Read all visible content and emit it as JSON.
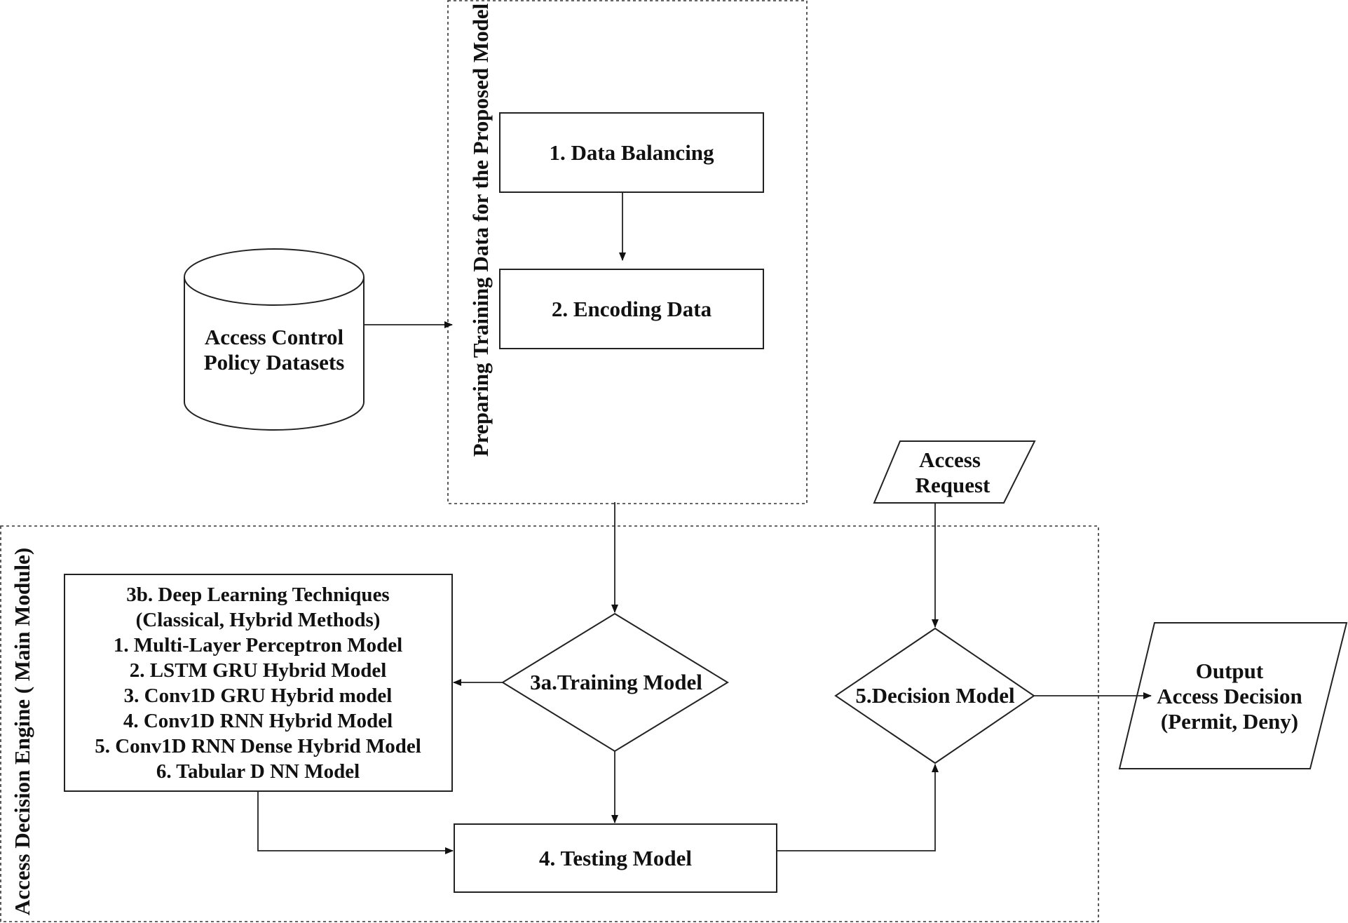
{
  "regions": {
    "preparing": "Preparing Training Data for the Proposed Model",
    "engine": "Access Decision Engine ( Main Module)"
  },
  "datasets": {
    "lines": [
      "Access Control",
      "Policy Datasets"
    ]
  },
  "steps": {
    "balancing": "1. Data Balancing",
    "encoding": "2. Encoding Data",
    "training": "3a.Training Model",
    "testing": "4. Testing Model",
    "decision": "5.Decision Model"
  },
  "techniques": {
    "lines": [
      "3b. Deep Learning Techniques",
      "(Classical, Hybrid Methods)",
      "1. Multi-Layer Perceptron Model",
      "2.  LSTM GRU Hybrid Model",
      "3.  Conv1D GRU Hybrid model",
      "4. Conv1D RNN Hybrid Model",
      "5. Conv1D RNN Dense Hybrid Model",
      "6. Tabular D NN Model"
    ]
  },
  "access_request": {
    "lines": [
      "Access",
      "Request"
    ]
  },
  "output": {
    "lines": [
      "Output",
      "Access Decision",
      "(Permit, Deny)"
    ]
  }
}
